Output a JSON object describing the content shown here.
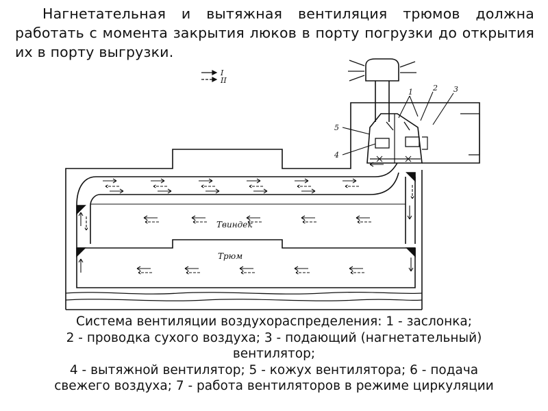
{
  "title": {
    "text": "Нагнетательная и вытяжная вентиляция трюмов должна работать с момента закрытия люков в порту погрузки до открытия их в порту выгрузки."
  },
  "legend_key": {
    "mode_1": "I",
    "mode_2": "II"
  },
  "diagram_labels": {
    "tweendeck": "Твиндек",
    "hold": "Трюм",
    "callout_1": "1",
    "callout_2": "2",
    "callout_3": "3",
    "callout_4": "4",
    "callout_5": "5"
  },
  "caption": {
    "line1": "Система вентиляции воздухораспределения: 1 - заслонка;",
    "line2": "2 - проводка сухого воздуха; 3 - подающий (нагнетательный)",
    "line3": "вентилятор;",
    "line4": "4 - вытяжной вентилятор; 5 - кожух вентилятора; 6 - подача",
    "line5": "свежего воздуха; 7 - работа вентиляторов в режиме циркуляции"
  },
  "colors": {
    "ink": "#111111",
    "background": "#ffffff"
  }
}
